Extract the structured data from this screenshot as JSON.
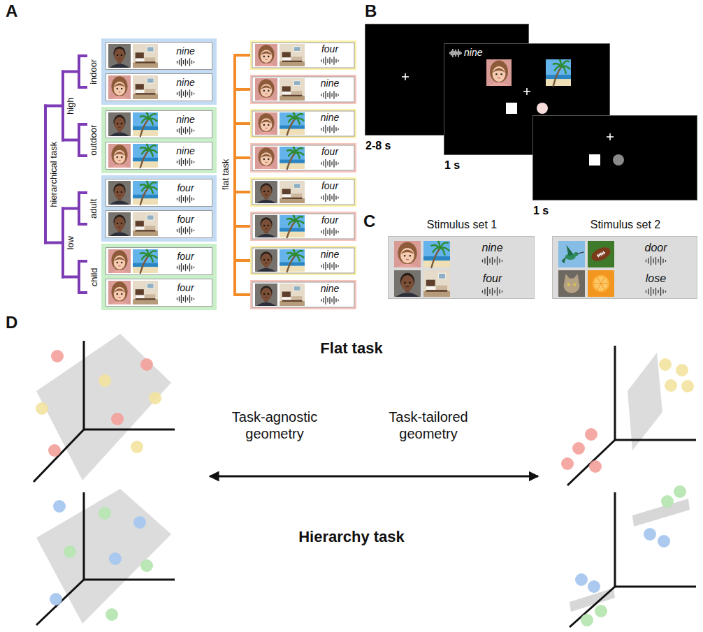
{
  "diagram": {
    "nodes": [
      {
        "text": [
          "indoor"
        ]
      },
      {
        "text": [
          "nine"
        ],
        "in": 0
      },
      {
        "text": [
          "nine"
        ],
        "in": 0
      },
      {
        "text": [
          "outdoor"
        ]
      },
      {
        "text": [
          "nine"
        ],
        "in": 3
      },
      {
        "text": [
          "nine"
        ],
        "in": 3
      },
      {
        "text": [
          "adult"
        ]
      },
      {
        "text": [
          "four"
        ],
        "in": 6
      },
      {
        "text": [
          "four"
        ],
        "in": 6
      },
      {
        "text": [
          "child"
        ]
      },
      {
        "text": [
          "four"
        ],
        "in": 9
      },
      {
        "text": [
          "four"
        ],
        "in": 9
      },
      {
        "text": [
          "four"
        ]
      },
      {
        "text": [
          "nine"
        ]
      },
      {
        "text": [
          "nine"
        ]
      },
      {
        "text": [
          "four"
        ]
      },
      {
        "text": [
          "four"
        ]
      },
      {
        "text": [
          "four"
        ]
      },
      {
        "text": [
          "nine"
        ]
      },
      {
        "text": [
          "nine"
        ]
      },
      {
        "text": [
          "2-8 s"
        ]
      },
      {
        "text": [
          "nine",
          "1 s"
        ]
      },
      {
        "text": [
          "1 s"
        ]
      },
      {
        "text": [
          "Stimulus set 1",
          "nine",
          "four"
        ]
      },
      {
        "text": [
          "Stimulus set 2",
          "door",
          "lose"
        ]
      }
    ],
    "labels": [
      "A",
      "hierarchical task",
      "high",
      "low",
      "flat task",
      "B",
      "C",
      "D",
      "Flat task",
      "Task-agnostic geometry",
      "Task-tailored geometry",
      "Hierarchy task"
    ]
  }
}
